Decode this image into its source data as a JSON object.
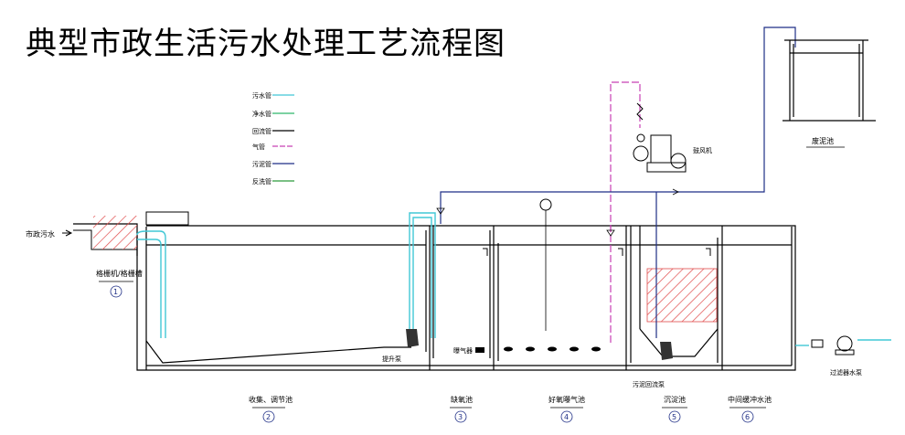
{
  "title": "典型市政生活污水处理工艺流程图",
  "legend": [
    {
      "label": "污水管",
      "color": "#41c8d6"
    },
    {
      "label": "净水管",
      "color": "#2fb66a"
    },
    {
      "label": "回流管",
      "color": "#000000"
    },
    {
      "label": "气管",
      "color": "#c840b4"
    },
    {
      "label": "污泥管",
      "color": "#1f2f86"
    },
    {
      "label": "反洗管",
      "color": "#2a9a3a"
    }
  ],
  "labels": {
    "inlet": "市政污水",
    "grille": "格栅机/格栅槽",
    "pump": "提升泵",
    "aerator": "曝气器",
    "sludge_pump": "污泥回流泵",
    "blower": "鼓风机",
    "sludge_tank": "废泥池",
    "backwash_pump": "过滤器水泵"
  },
  "stages": [
    {
      "name": "格栅机/格栅槽",
      "num": "1"
    },
    {
      "name": "收集、调节池",
      "num": "2"
    },
    {
      "name": "缺氧池",
      "num": "3"
    },
    {
      "name": "好氧曝气池",
      "num": "4"
    },
    {
      "name": "沉淀池",
      "num": "5"
    },
    {
      "name": "中间缓冲水池",
      "num": "6"
    }
  ],
  "colors": {
    "sewage": "#41c8d6",
    "clean": "#2fb66a",
    "return": "#000000",
    "air": "#c840b4",
    "sludge": "#1f2f86",
    "hatch": "#e04a4a"
  }
}
